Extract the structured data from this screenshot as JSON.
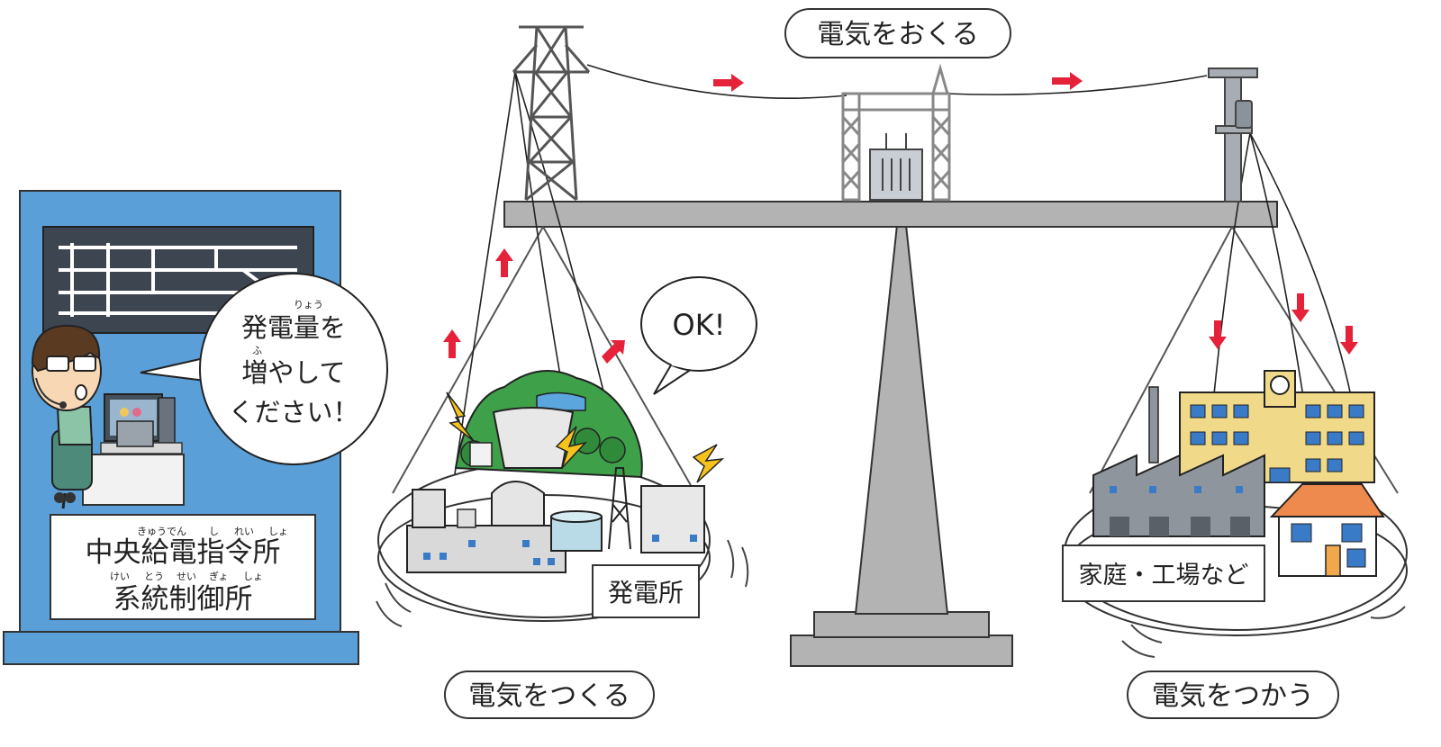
{
  "labels": {
    "send": "電気をおくる",
    "make": "電気をつくる",
    "use": "電気をつかう",
    "power_plant": "発電所",
    "homes_factories": "家庭・工場など",
    "ok": "OK!",
    "control_center_line1": "中央給電指令所",
    "control_center_line2": "系統制御所"
  },
  "speech": {
    "line1": "発電量を",
    "line2": "増やして",
    "line3": "ください！"
  },
  "ruby": {
    "ryou": "りょう",
    "fu": "ふ",
    "kyuuden": "きゅうでん",
    "shi": "し",
    "rei": "れい",
    "sho": "しょ",
    "kei": "けい",
    "tou": "とう",
    "sei": "せい",
    "gyo": "ぎょ",
    "sho2": "しょ"
  },
  "colors": {
    "control_blue": "#5a9fd8",
    "arrow_red": "#e5223a",
    "balance_gray": "#b3b3b3",
    "hill_green": "#3fa04a",
    "school_yellow": "#f0da8a",
    "roof_orange": "#ee8a4e"
  }
}
